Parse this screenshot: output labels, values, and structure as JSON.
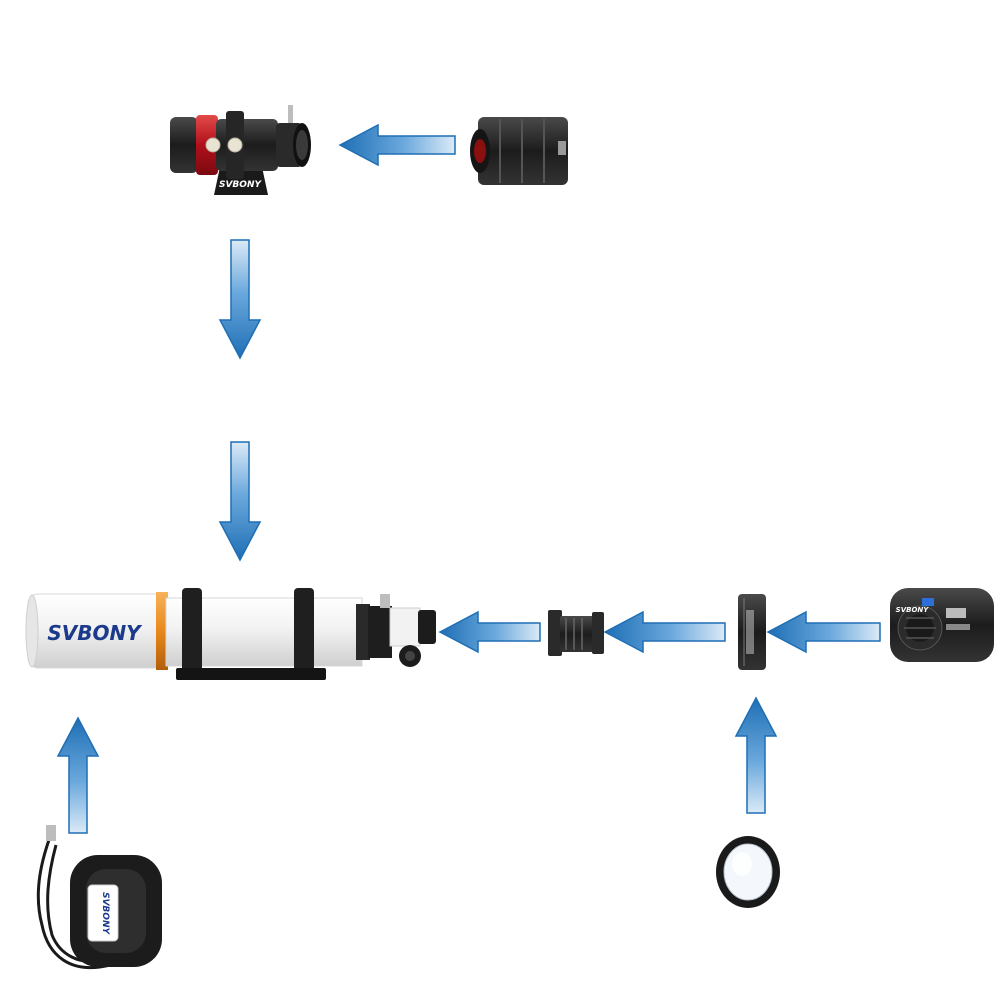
{
  "diagram": {
    "brand": "SVBONY",
    "components": [
      {
        "id": "guide-scope",
        "icon": "guide-scope-icon"
      },
      {
        "id": "guide-camera",
        "icon": "guide-camera-icon"
      },
      {
        "id": "refractor-telescope",
        "icon": "telescope-icon"
      },
      {
        "id": "field-flattener",
        "icon": "flattener-icon"
      },
      {
        "id": "adapter-ring",
        "icon": "adapter-ring-icon"
      },
      {
        "id": "cooled-camera",
        "icon": "cooled-camera-icon"
      },
      {
        "id": "filter",
        "icon": "filter-icon"
      },
      {
        "id": "dew-heater",
        "icon": "dew-heater-icon"
      }
    ],
    "connections": [
      {
        "from": "guide-camera",
        "to": "guide-scope",
        "direction": "left"
      },
      {
        "from": "guide-scope",
        "to": "refractor-telescope",
        "direction": "down"
      },
      {
        "from": "field-flattener",
        "to": "refractor-telescope",
        "direction": "left"
      },
      {
        "from": "adapter-ring",
        "to": "field-flattener",
        "direction": "left"
      },
      {
        "from": "cooled-camera",
        "to": "adapter-ring",
        "direction": "left"
      },
      {
        "from": "filter",
        "to": "adapter-ring",
        "direction": "up"
      },
      {
        "from": "dew-heater",
        "to": "refractor-telescope",
        "direction": "up"
      }
    ],
    "colors": {
      "arrow_dark": "#1f6fb5",
      "arrow_light": "#cfe3f5",
      "telescope_body": "#f4f4f4",
      "accent_orange": "#e8891c",
      "accent_red": "#c0141c",
      "metal_dark": "#1c1c1c",
      "brand_blue": "#1b3a8c"
    }
  }
}
